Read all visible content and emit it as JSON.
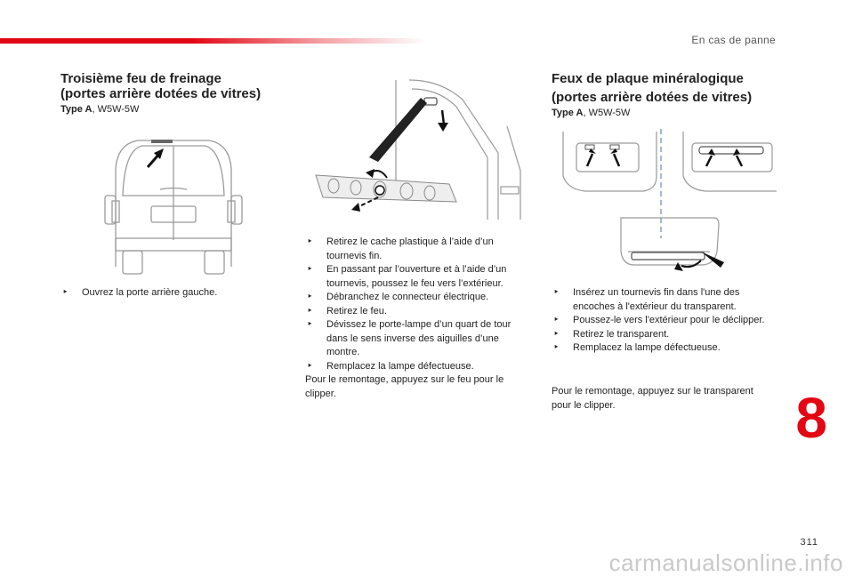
{
  "header": {
    "chapter_title": "En cas de panne"
  },
  "left": {
    "title_line1": "Troisième feu de freinage",
    "title_line2": "(portes arrière dotées de vitres)",
    "type_label": "Type A",
    "type_value": ", W5W-5W",
    "steps": [
      "Ouvrez la porte arrière gauche."
    ]
  },
  "middle": {
    "steps": [
      "Retirez le cache plastique à l’aide d’un tournevis fin.",
      "En passant par l’ouverture et à l’aide d’un tournevis, poussez le feu vers l’extérieur.",
      "Débranchez le connecteur électrique.",
      "Retirez le feu.",
      "Dévissez le porte-lampe d’un quart de tour dans le sens inverse des aiguilles d’une montre.",
      "Remplacez la lampe défectueuse."
    ],
    "note": "Pour le remontage, appuyez sur le feu pour le clipper."
  },
  "right": {
    "title_line1": "Feux de plaque minéralogique",
    "title_line2": "(portes arrière dotées de vitres)",
    "type_label": "Type A",
    "type_value": ", W5W-5W",
    "steps": [
      "Insérez un tournevis fin dans l'une des encoches à l'extérieur du transparent.",
      "Poussez-le vers l'extérieur pour le déclipper.",
      "Retirez le transparent.",
      "Remplacez la lampe défectueuse."
    ],
    "note": "Pour le remontage, appuyez sur le transparent pour le clipper."
  },
  "footer": {
    "chapter_number": "8",
    "page_number": "311",
    "watermark": "carmanualsonline.info"
  }
}
